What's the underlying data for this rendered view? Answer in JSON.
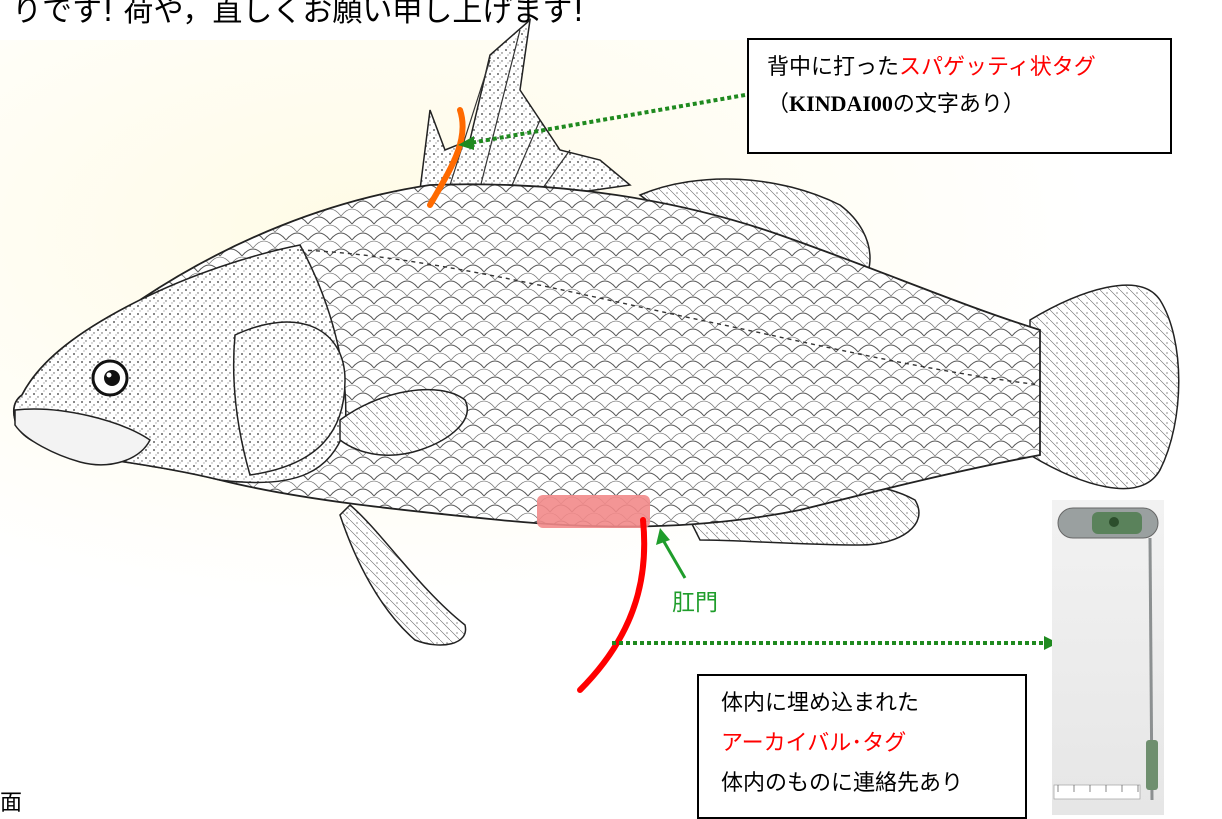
{
  "top_caption": "りです! 荷や，直しくお願い申し上げます!",
  "callouts": {
    "spaghetti": {
      "line1_prefix": "背中に打った",
      "line1_red": "スパゲッティ状タグ",
      "line2_open": "（",
      "line2_bold": "KINDAI00",
      "line2_rest": "の文字あり）"
    },
    "archival": {
      "line1": "体内に埋め込まれた",
      "line2_red": "アーカイバル･タグ",
      "line3": "体内のものに連絡先あり"
    }
  },
  "anus_label": "肛門",
  "corner_char": "面",
  "icons": {
    "fish": "barramundi-fish-illustration",
    "spaghetti_tag": "orange-tag-line",
    "archival_tag_wire": "red-tag-wire",
    "arrow": "dotted-green-arrow"
  },
  "colors": {
    "red_text": "#ff0000",
    "green_arrow": "#1f9d2b",
    "orange_tag": "#ff6a00",
    "red_wire": "#ff0000",
    "pink_highlight": "#f28a8a"
  }
}
